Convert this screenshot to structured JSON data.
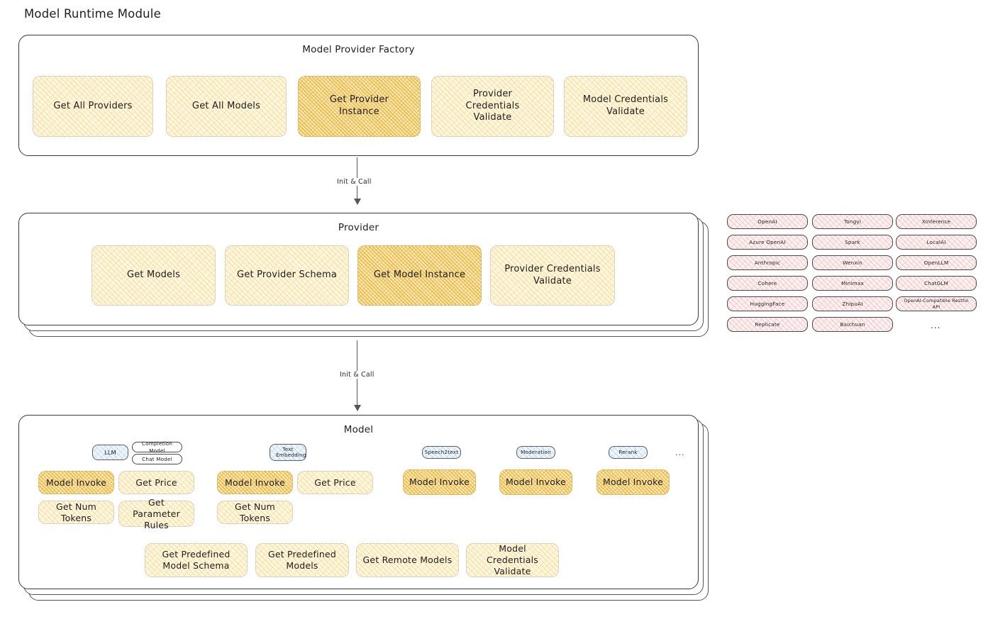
{
  "page": {
    "title": "Model Runtime Module"
  },
  "sections": {
    "factory": {
      "title": "Model Provider Factory",
      "nodes": [
        {
          "label": "Get All Providers",
          "highlight": false
        },
        {
          "label": "Get All Models",
          "highlight": false
        },
        {
          "label": "Get Provider Instance",
          "highlight": true
        },
        {
          "label": "Provider Credentials Validate",
          "highlight": false
        },
        {
          "label": "Model Credentials Validate",
          "highlight": false
        }
      ]
    },
    "provider": {
      "title": "Provider",
      "nodes": [
        {
          "label": "Get Models",
          "highlight": false
        },
        {
          "label": "Get Provider Schema",
          "highlight": false
        },
        {
          "label": "Get Model Instance",
          "highlight": true
        },
        {
          "label": "Provider Credentials Validate",
          "highlight": false
        }
      ]
    },
    "model": {
      "title": "Model",
      "model_types": [
        {
          "name": "LLM",
          "subtypes": [
            "Completion Model",
            "Chat Model"
          ]
        },
        {
          "name": "Text Embedding",
          "subtypes": []
        },
        {
          "name": "Speech2text",
          "subtypes": []
        },
        {
          "name": "Moderation",
          "subtypes": []
        },
        {
          "name": "Rerank",
          "subtypes": []
        }
      ],
      "more_indicator": "...",
      "llm_ops": [
        "Model Invoke",
        "Get Price",
        "Get Num Tokens",
        "Get Parameter Rules"
      ],
      "embedding_ops": [
        "Model Invoke",
        "Get Price",
        "Get Num Tokens"
      ],
      "speech2text_ops": [
        "Model Invoke"
      ],
      "moderation_ops": [
        "Model Invoke"
      ],
      "rerank_ops": [
        "Model Invoke"
      ],
      "shared_ops": [
        "Get Predefined Model Schema",
        "Get Predefined Models",
        "Get Remote Models",
        "Model Credentials Validate"
      ]
    }
  },
  "arrows": [
    {
      "label": "Init & Call"
    },
    {
      "label": "Init & Call"
    }
  ],
  "provider_list": {
    "columns": [
      [
        "OpenAI",
        "Azure OpenAI",
        "Anthropic",
        "Cohere",
        "HuggingFace",
        "Replicate"
      ],
      [
        "Tongyi",
        "Spark",
        "Wenxin",
        "Minimax",
        "ZhipuAI",
        "Baichuan"
      ],
      [
        "Xinference",
        "LocalAI",
        "OpenLLM",
        "ChatGLM",
        "OpenAI-Compatible Restful API"
      ]
    ],
    "more_indicator": "..."
  },
  "colors": {
    "highlight_fill": "#fbe9bd",
    "node_fill": "#fdf6e0",
    "provider_fill": "#fdf0f0",
    "modeltype_fill": "#eef5fb",
    "stroke": "#3a3a3a",
    "text": "#1e1e1e"
  }
}
